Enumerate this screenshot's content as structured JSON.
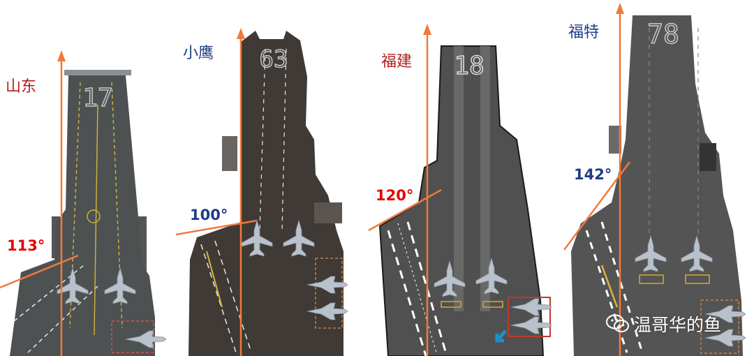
{
  "carriers": [
    {
      "name": "山东",
      "hull_number": "17",
      "angle": "113°",
      "name_color": "#b21e1e",
      "angle_color": "#e60000"
    },
    {
      "name": "小鹰",
      "hull_number": "63",
      "angle": "100°",
      "name_color": "#1f3c88",
      "angle_color": "#1f3c88"
    },
    {
      "name": "福建",
      "hull_number": "18",
      "angle": "120°",
      "name_color": "#b21e1e",
      "angle_color": "#e60000"
    },
    {
      "name": "福特",
      "hull_number": "78",
      "angle": "142°",
      "name_color": "#1f3c88",
      "angle_color": "#1f3c88"
    }
  ],
  "watermark": {
    "text": "温哥华的鱼",
    "icon": "wechat-icon"
  },
  "colors": {
    "reference_line": "#f07a3c",
    "deck": "#4a4a4a",
    "red_text": "#e60000",
    "blue_text": "#1f3c88"
  }
}
